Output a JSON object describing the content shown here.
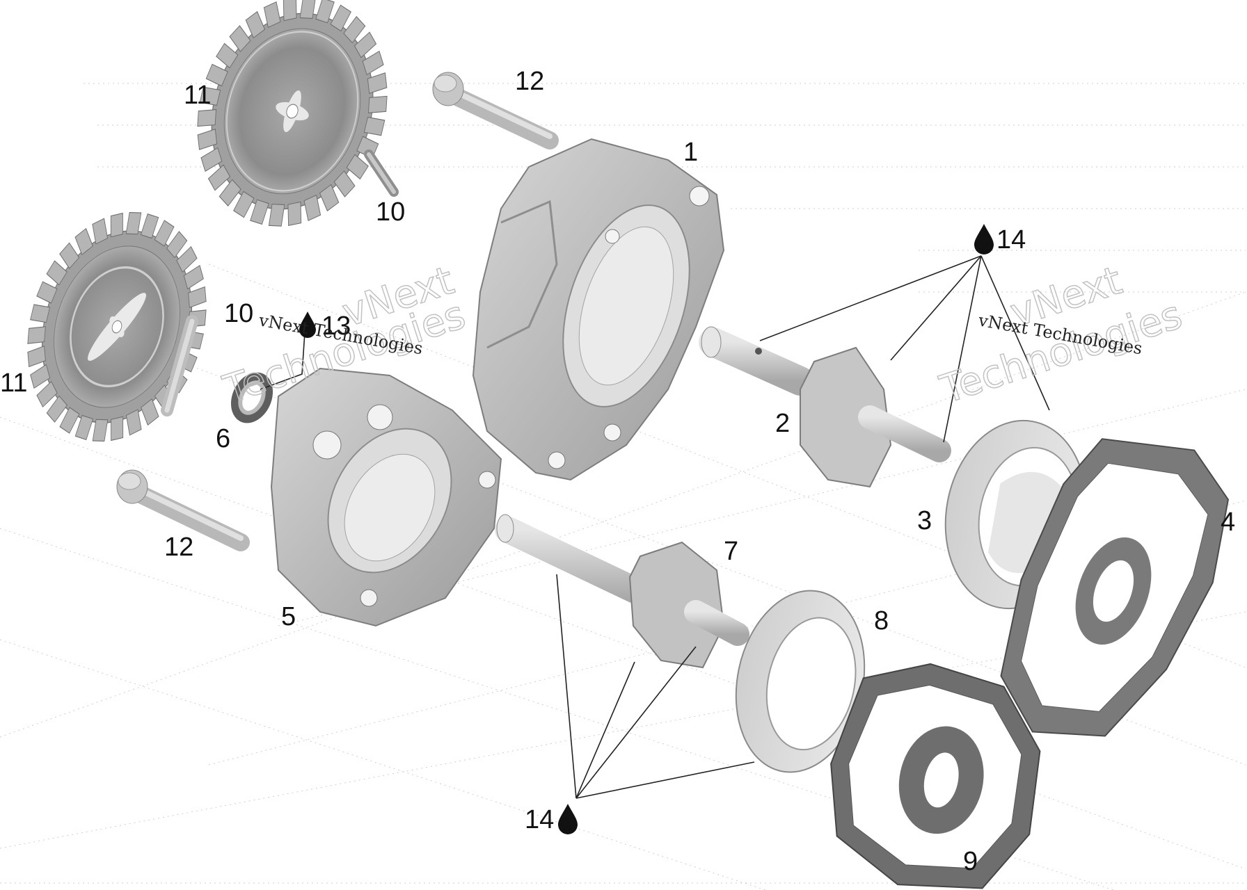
{
  "diagram": {
    "callouts": [
      {
        "id": "c1",
        "text": "1"
      },
      {
        "id": "c2",
        "text": "2"
      },
      {
        "id": "c3",
        "text": "3"
      },
      {
        "id": "c4",
        "text": "4"
      },
      {
        "id": "c5",
        "text": "5"
      },
      {
        "id": "c6",
        "text": "6"
      },
      {
        "id": "c7",
        "text": "7"
      },
      {
        "id": "c8",
        "text": "8"
      },
      {
        "id": "c9",
        "text": "9"
      },
      {
        "id": "c10a",
        "text": "10"
      },
      {
        "id": "c10b",
        "text": "10"
      },
      {
        "id": "c11a",
        "text": "11"
      },
      {
        "id": "c11b",
        "text": "11"
      },
      {
        "id": "c12a",
        "text": "12"
      },
      {
        "id": "c12b",
        "text": "12"
      },
      {
        "id": "c13",
        "text": "13"
      },
      {
        "id": "c14a",
        "text": "14"
      },
      {
        "id": "c14b",
        "text": "14"
      }
    ],
    "symbols": {
      "oil_drop": "oil-drop-icon"
    },
    "watermarks": {
      "line1": "vNext",
      "line2": "Technologies",
      "caption": "vNext Technologies"
    },
    "colors": {
      "part_fill": "#c9c9c9",
      "part_dark": "#8f8f8f",
      "gasket": "#6e6e6e",
      "ink": "#111111"
    }
  }
}
